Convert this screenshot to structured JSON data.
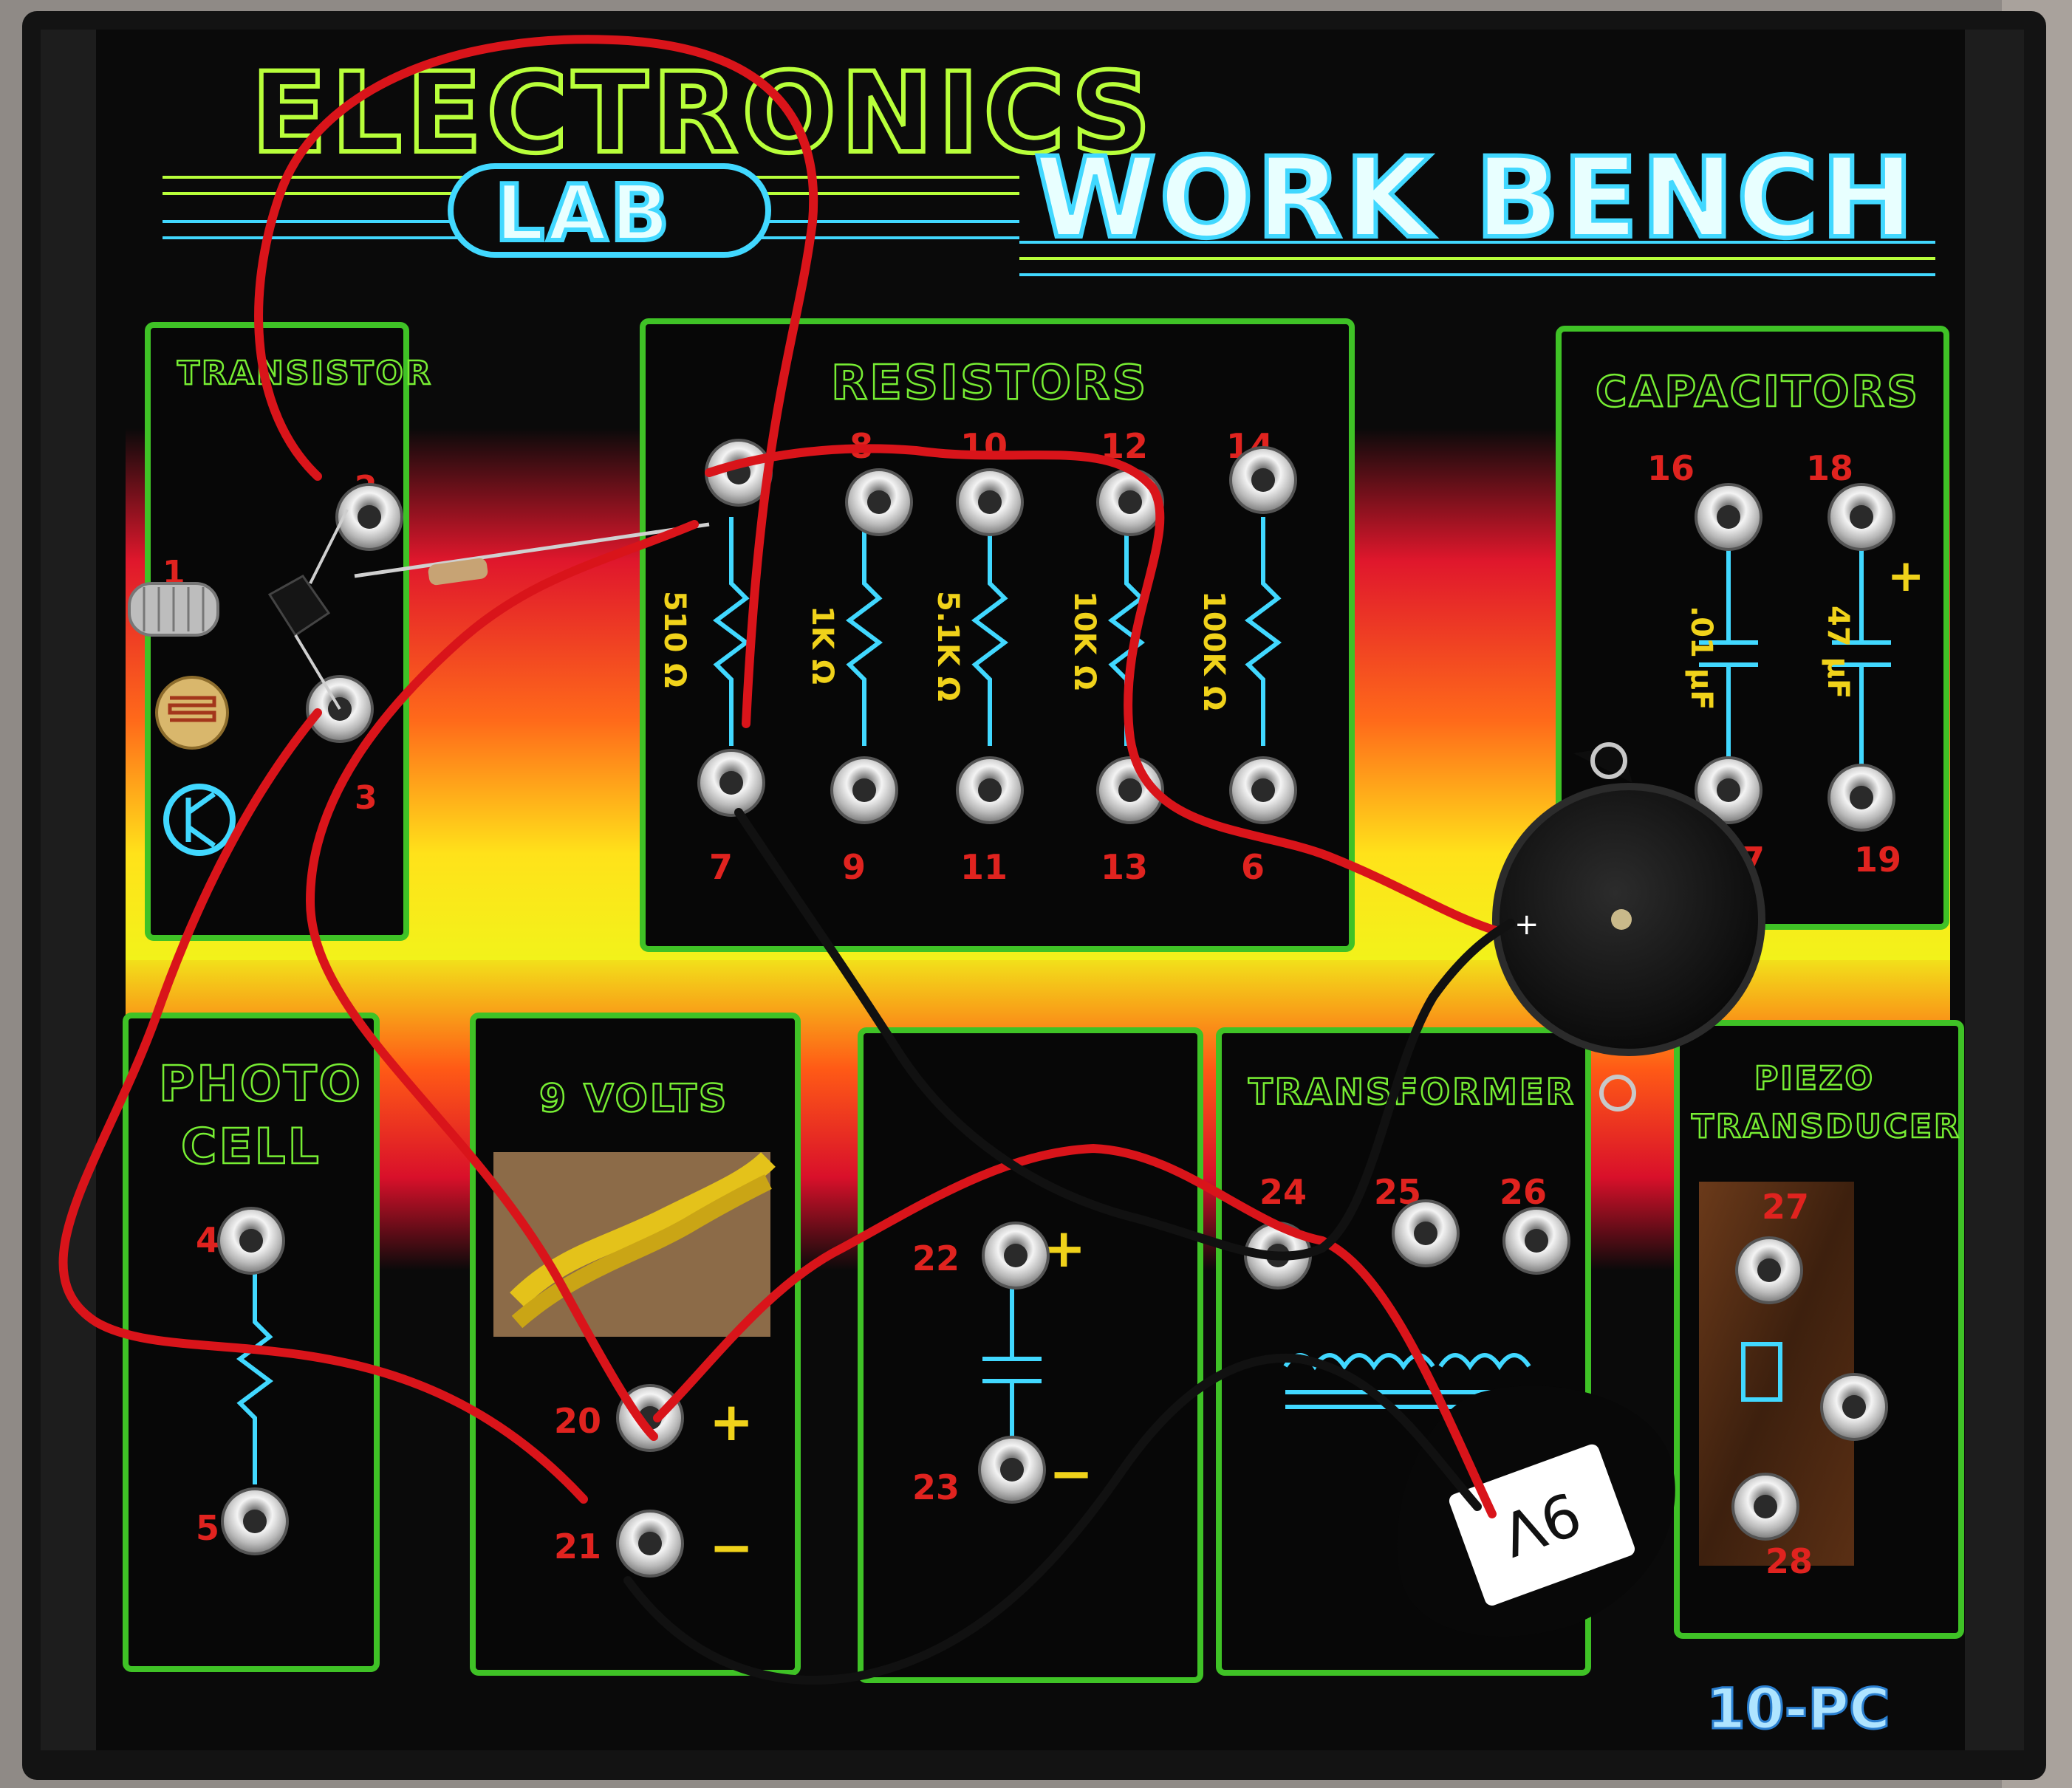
{
  "title": {
    "line1": "ELECTRONICS",
    "lab": "LAB",
    "line2": "WORK BENCH"
  },
  "panels": {
    "transistor": "TRANSISTOR",
    "resistors": "RESISTORS",
    "capacitors": "CAPACITORS",
    "photocell_1": "PHOTO",
    "photocell_2": "CELL",
    "volts": "9 VOLTS",
    "transformer": "TRANSFORMER",
    "piezo_1": "PIEZO",
    "piezo_2": "TRANSDUCER"
  },
  "resistor_values": [
    "510 Ω",
    "1K Ω",
    "5.1K Ω",
    "10K Ω",
    "100K Ω"
  ],
  "capacitor_values": [
    ".01 µF",
    "47 µF"
  ],
  "terminal_numbers": {
    "t1": "1",
    "t2": "2",
    "t3": "3",
    "t4": "4",
    "t5": "5",
    "t6": "6",
    "t7": "7",
    "t8": "8",
    "t9": "9",
    "t10": "10",
    "t11": "11",
    "t12": "12",
    "t13": "13",
    "t14": "14",
    "t16": "16",
    "t17": "17",
    "t18": "18",
    "t19": "19",
    "t20": "20",
    "t21": "21",
    "t22": "22",
    "t23": "23",
    "t24": "24",
    "t25": "25",
    "t26": "26",
    "t27": "27",
    "t28": "28"
  },
  "symbols": {
    "plus": "+",
    "minus": "−"
  },
  "model": "10-PC",
  "battery_label": "9V",
  "colors": {
    "board": "#0a0a0a",
    "neon_green": "#77ee33",
    "neon_blue": "#41d8ff",
    "wire_red": "#d9141a",
    "wire_black": "#111111"
  }
}
